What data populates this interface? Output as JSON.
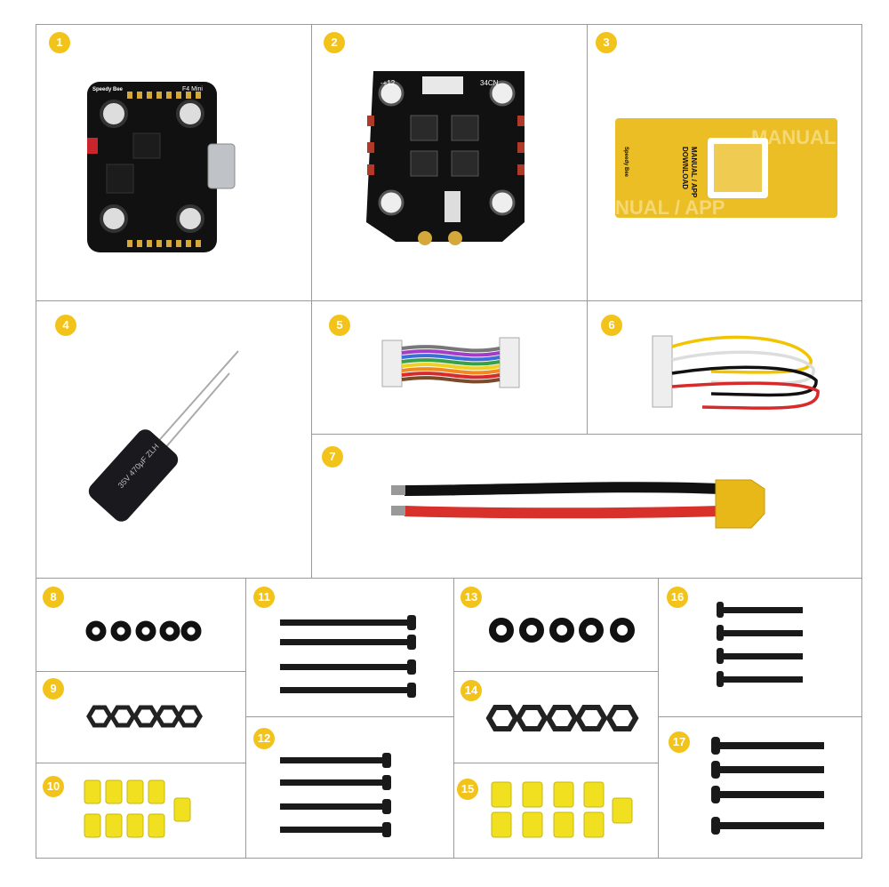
{
  "items": [
    {
      "number": "1"
    },
    {
      "number": "2"
    },
    {
      "number": "3"
    },
    {
      "number": "4"
    },
    {
      "number": "5"
    },
    {
      "number": "6"
    },
    {
      "number": "7"
    },
    {
      "number": "8"
    },
    {
      "number": "9"
    },
    {
      "number": "10"
    },
    {
      "number": "11"
    },
    {
      "number": "12"
    },
    {
      "number": "13"
    },
    {
      "number": "14"
    },
    {
      "number": "15"
    },
    {
      "number": "16"
    },
    {
      "number": "17"
    }
  ],
  "fc_board": {
    "brand": "Speedy Bee",
    "model": "F4 Mini"
  },
  "esc_board": {
    "label_left": "-+12",
    "label_right": "34CN"
  },
  "card": {
    "title_line1": "MANUAL / APP",
    "title_line2": "DOWNLOAD",
    "bg_top": "MANUAL",
    "bg_bottom": "NUAL / APP",
    "brand": "Speedy Bee"
  },
  "capacitor": {
    "marking": "35V 470μF ZLH"
  },
  "colors": {
    "badge": "#f2c31a",
    "card": "#ecbe26",
    "pcb": "#111111"
  }
}
